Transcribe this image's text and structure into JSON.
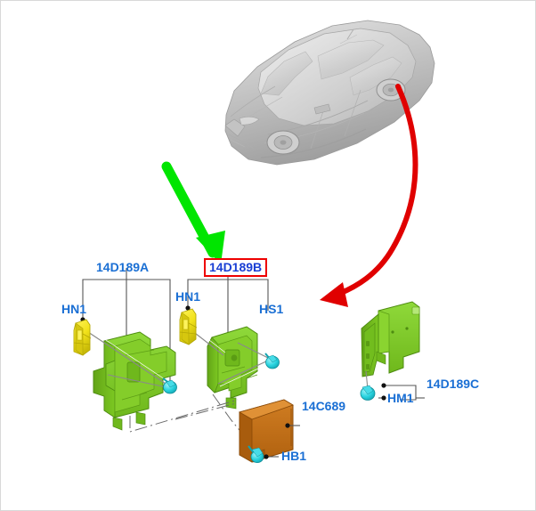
{
  "diagram": {
    "title": "Vehicle body control module mounting bracket exploded view",
    "background_color": "#ffffff",
    "vehicle": {
      "name": "sedan-vehicle-illustration",
      "body_color": "#b8b8b8",
      "description": "grey shaded four-door sedan, front three-quarter view"
    },
    "annotations": {
      "green_arrow": {
        "name": "green-highlight-arrow",
        "color": "#00e500",
        "points_to": "14D189B"
      },
      "red_arrow": {
        "name": "red-location-arrow",
        "color": "#e00000",
        "from": "vehicle rear wheel arch",
        "to": "parts assembly area"
      }
    },
    "parts": [
      {
        "id": "14D189A",
        "name": "bracket-left",
        "label": "14D189A",
        "color": "#7cc822",
        "highlighted": false
      },
      {
        "id": "14D189B",
        "name": "bracket-center",
        "label": "14D189B",
        "color": "#7cc822",
        "highlighted": true,
        "highlight_border_color": "#ee0000",
        "highlight_text_color": "#1a3fd4"
      },
      {
        "id": "14D189C",
        "name": "bracket-right",
        "label": "14D189C",
        "color": "#7cc822",
        "highlighted": false
      },
      {
        "id": "14C689",
        "name": "control-module",
        "label": "14C689",
        "color": "#c4711a",
        "highlighted": false
      }
    ],
    "fasteners": [
      {
        "id": "HN1-left",
        "label": "HN1",
        "name": "nut-clip-left",
        "color": "#f2e21a",
        "type": "nut-clip"
      },
      {
        "id": "HN1-center",
        "label": "HN1",
        "name": "nut-clip-center",
        "color": "#f2e21a",
        "type": "nut-clip"
      },
      {
        "id": "HS1",
        "label": "HS1",
        "name": "screw-hs1",
        "color": "#2ad4e0",
        "type": "screw"
      },
      {
        "id": "HB1",
        "label": "HB1",
        "name": "bolt-hb1",
        "color": "#2ad4e0",
        "type": "bolt"
      },
      {
        "id": "HM1",
        "label": "HM1",
        "name": "screw-hm1",
        "color": "#2ad4e0",
        "type": "screw"
      }
    ],
    "labels": {
      "bracket_left": "14D189A",
      "bracket_center": "14D189B",
      "bracket_right": "14D189C",
      "module": "14C689",
      "nut_left": "HN1",
      "nut_center": "HN1",
      "screw_hs1": "HS1",
      "bolt_hb1": "HB1",
      "screw_hm1": "HM1"
    },
    "colors": {
      "label_text": "#1a6fd4",
      "leader_line": "#555555",
      "bracket_green": "#7cc822",
      "module_brown": "#c4711a",
      "fastener_cyan": "#2ad4e0",
      "clip_yellow": "#f2e21a",
      "arrow_green": "#00e500",
      "arrow_red": "#e00000"
    }
  }
}
